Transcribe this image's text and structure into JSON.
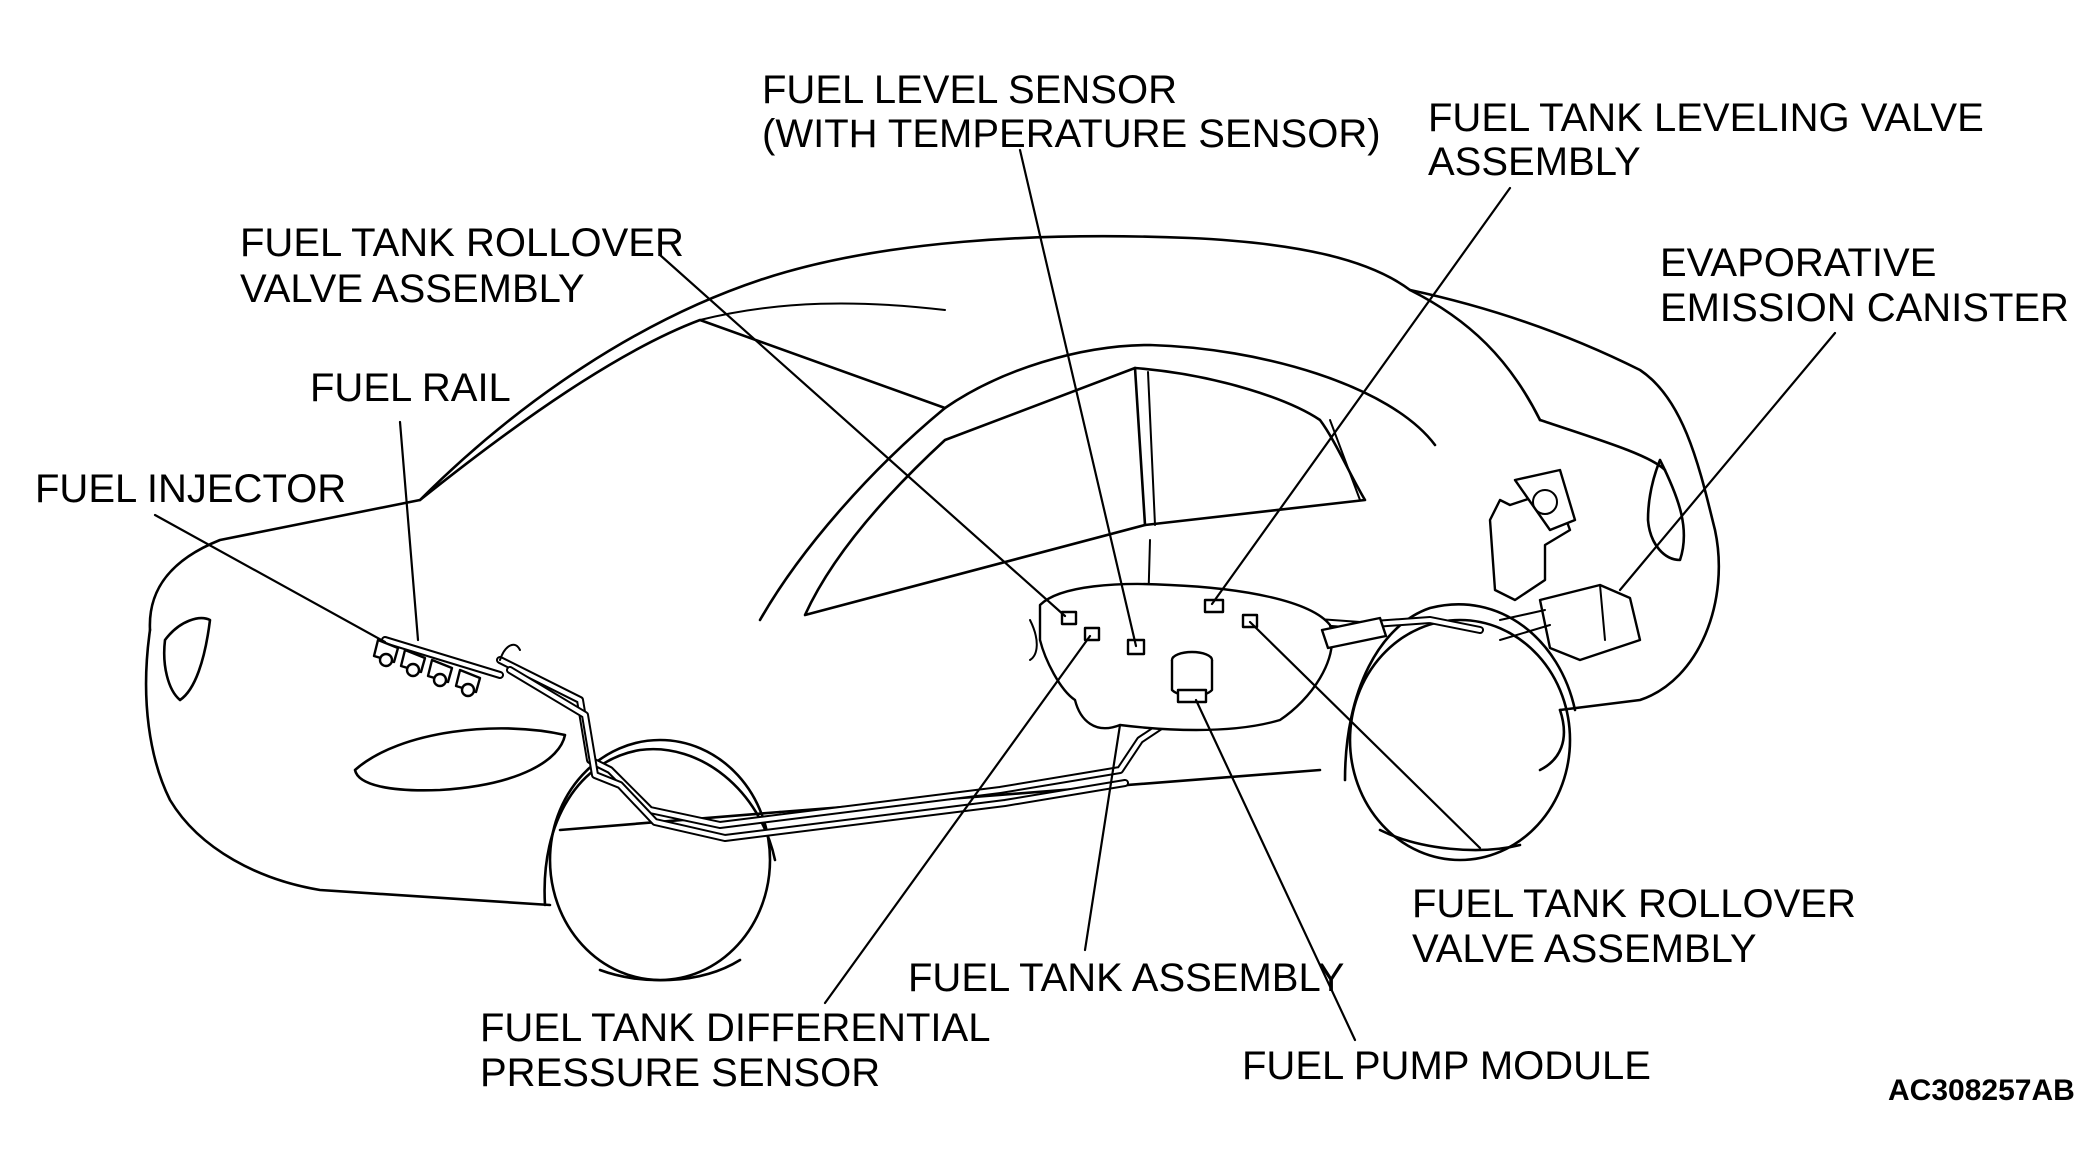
{
  "labels": {
    "fuel_level_sensor": [
      "FUEL LEVEL SENSOR",
      "(WITH TEMPERATURE SENSOR)"
    ],
    "fuel_tank_leveling_valve": [
      "FUEL TANK LEVELING VALVE",
      "ASSEMBLY"
    ],
    "fuel_tank_rollover_valve_front": [
      "FUEL TANK ROLLOVER",
      "VALVE ASSEMBLY"
    ],
    "evaporative_emission_canister": [
      "EVAPORATIVE",
      "EMISSION CANISTER"
    ],
    "fuel_rail": [
      "FUEL RAIL"
    ],
    "fuel_injector": [
      "FUEL INJECTOR"
    ],
    "fuel_tank_rollover_valve_rear": [
      "FUEL TANK ROLLOVER",
      "VALVE ASSEMBLY"
    ],
    "fuel_tank_assembly": [
      "FUEL TANK ASSEMBLY"
    ],
    "fuel_tank_differential_pressure_sensor": [
      "FUEL TANK DIFFERENTIAL",
      "PRESSURE SENSOR"
    ],
    "fuel_pump_module": [
      "FUEL PUMP MODULE"
    ]
  },
  "figure_code": "AC308257AB"
}
